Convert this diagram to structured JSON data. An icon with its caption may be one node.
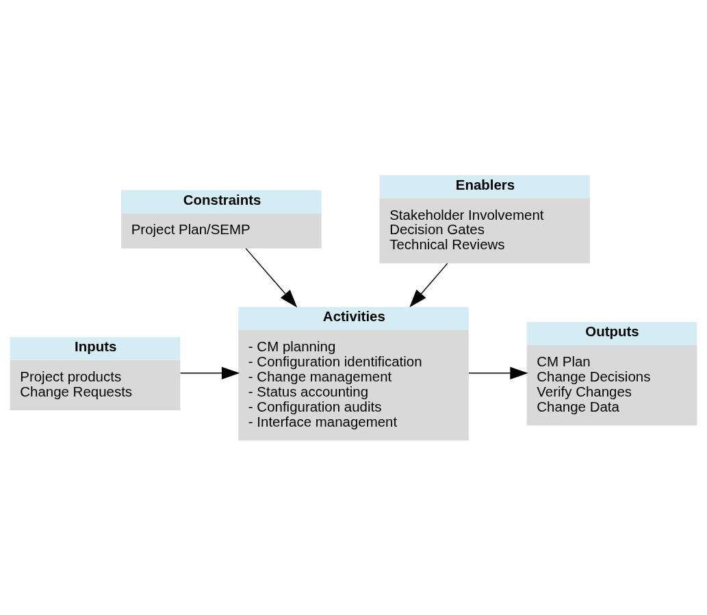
{
  "diagram": {
    "nodes": [
      {
        "text": [
          "Constraints",
          "Project Plan/SEMP"
        ]
      },
      {
        "text": [
          "Inputs",
          "Project products",
          "Change Requests"
        ]
      },
      {
        "text": [
          "Activities",
          "- CM planning",
          "- Configuration identification",
          "- Change management",
          "- Status accounting",
          "- Configuration audits",
          "- Interface management"
        ]
      },
      {
        "text": [
          "Outputs",
          "CM Plan",
          "Change Decisions",
          "Verify Changes",
          "Change Data"
        ]
      },
      {
        "text": [
          "Enablers",
          "Stakeholder Involvement",
          "Decision Gates",
          "Technical Reviews"
        ]
      }
    ],
    "edges": [
      {
        "from": 0,
        "to": 2,
        "arrow": "to"
      },
      {
        "from": 1,
        "to": 2,
        "arrow": "to"
      },
      {
        "from": 2,
        "to": 3,
        "arrow": "to"
      },
      {
        "from": 4,
        "to": 2,
        "arrow": "to"
      }
    ]
  }
}
